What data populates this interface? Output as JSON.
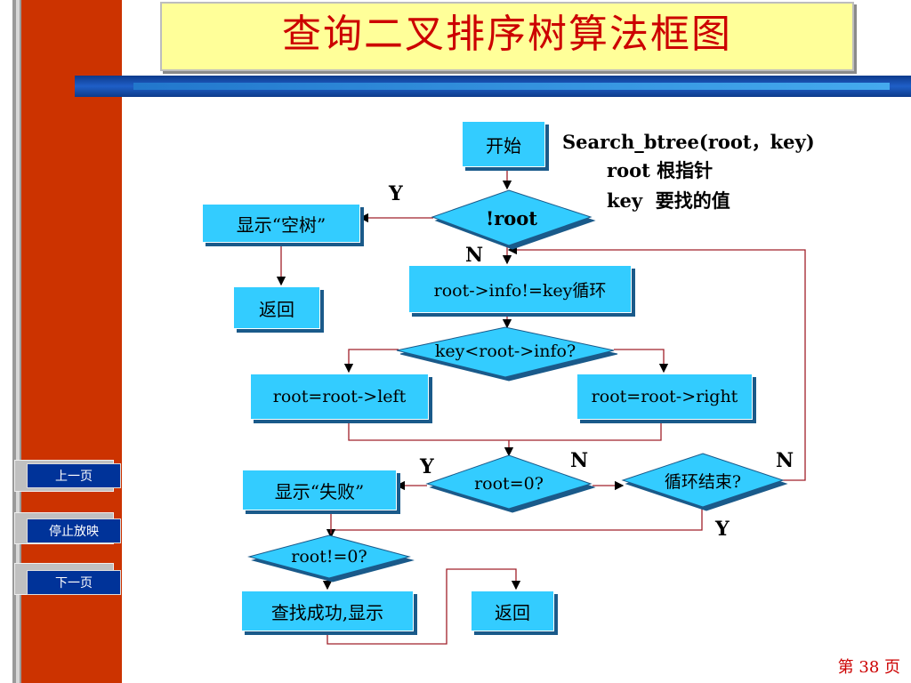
{
  "title": "查询二叉排序树算法框图",
  "function_note": {
    "signature": "Search_btree(root，key)",
    "root_desc": "root 根指针",
    "key_desc": "key  要找的值"
  },
  "flowchart": {
    "start": "开始",
    "cond_root": "!root",
    "show_empty": "显示“空树”",
    "return1": "返回",
    "loop": "root->info!=key循环",
    "cond_compare": "key<root->info?",
    "go_left": "root=root->left",
    "go_right": "root=root->right",
    "cond_zero": "root=0?",
    "show_fail": "显示“失败”",
    "cond_end": "循环结束?",
    "cond_nonzero": "root!=0?",
    "found": "查找成功,显示",
    "return2": "返回",
    "label_y1": "Y",
    "label_n1": "N",
    "label_y2": "Y",
    "label_n2": "N",
    "label_n3": "N",
    "label_y3": "Y"
  },
  "nav": {
    "prev": "上一页",
    "stop": "停止放映",
    "next": "下一页"
  },
  "page_number": "第 38 页",
  "colors": {
    "box_fill": "#33ccff",
    "title_color": "#cc0000",
    "left_bar": "#cc3300",
    "nav_button": "#003399"
  }
}
